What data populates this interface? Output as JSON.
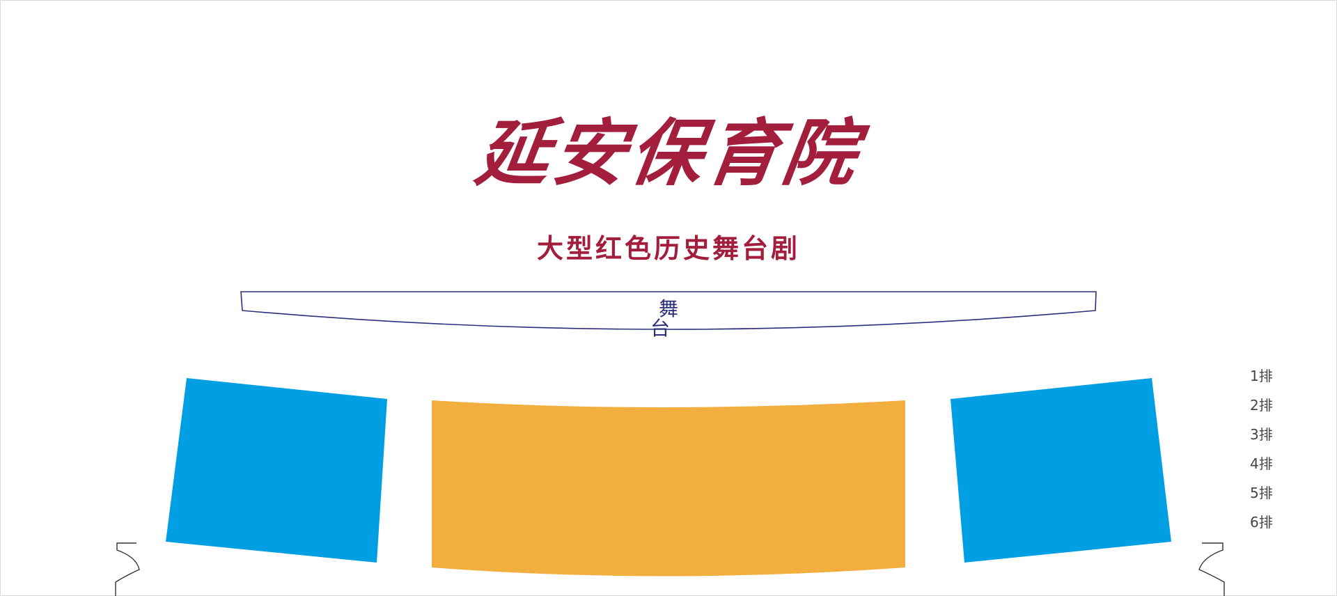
{
  "header": {
    "title": "延安保育院",
    "subtitle": "大型红色历史舞台剧"
  },
  "stage": {
    "label": "舞 台"
  },
  "rows": [
    "1排",
    "2排",
    "3排",
    "4排",
    "5排",
    "6排"
  ],
  "colors": {
    "title": "#a31d3c",
    "stage_outline": "#2b2f7a",
    "section_side": "#009fe3",
    "section_center": "#f2ae3f"
  },
  "sections": {
    "left": "side",
    "center": "center",
    "right": "side"
  }
}
